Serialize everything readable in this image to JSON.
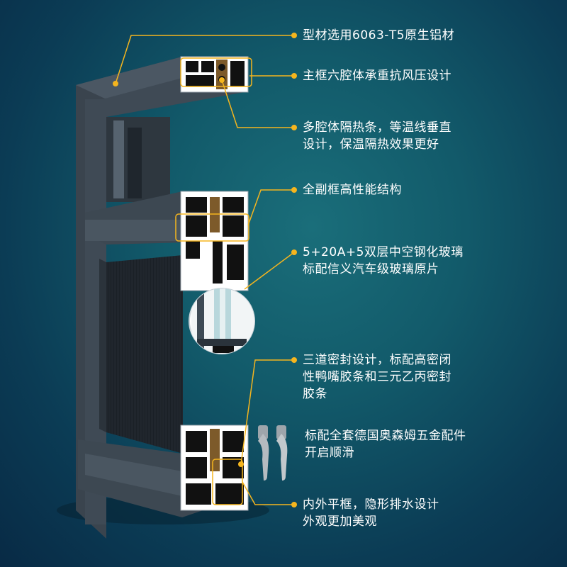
{
  "features": [
    {
      "id": "profile-material",
      "lines": [
        "型材选用6063-T5原生铝材"
      ]
    },
    {
      "id": "main-frame",
      "lines": [
        "主框六腔体承重抗风压设计"
      ]
    },
    {
      "id": "insulation-strip",
      "lines": [
        "多腔体隔热条，等温线垂直",
        "设计，保温隔热效果更好"
      ]
    },
    {
      "id": "sub-frame",
      "lines": [
        "全副框高性能结构"
      ]
    },
    {
      "id": "glass",
      "lines": [
        "5+20A+5双层中空钢化玻璃",
        "标配信义汽车级玻璃原片"
      ]
    },
    {
      "id": "seal",
      "lines": [
        "三道密封设计，标配高密闭",
        "性鸭嘴胶条和三元乙丙密封",
        "胶条"
      ]
    },
    {
      "id": "hardware",
      "lines": [
        "标配全套德国奥森姆五金配件",
        "开启顺滑"
      ]
    },
    {
      "id": "flat-frame",
      "lines": [
        "内外平框，隐形排水设计",
        "外观更加美观"
      ]
    }
  ],
  "colors": {
    "accent": "#f5b51e",
    "text": "#ffffff",
    "background": "#0e4d60",
    "profile": "#3d4852"
  }
}
